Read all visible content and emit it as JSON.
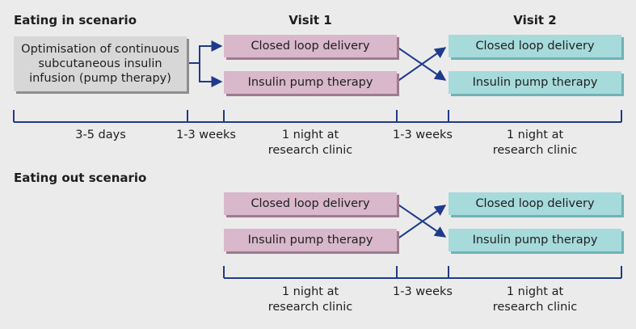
{
  "scenario_in": {
    "title": "Eating in scenario",
    "visit1_title": "Visit 1",
    "visit2_title": "Visit 2",
    "optimisation_box": "Optimisation of continuous subcutaneous insulin infusion (pump therapy)",
    "v1_top": "Closed loop delivery",
    "v1_bottom": "Insulin pump therapy",
    "v2_top": "Closed loop delivery",
    "v2_bottom": "Insulin pump therapy",
    "timeline": {
      "seg1": "3-5 days",
      "seg2": "1-3 weeks",
      "seg3_line1": "1 night at",
      "seg3_line2": "research clinic",
      "seg4": "1-3 weeks",
      "seg5_line1": "1 night at",
      "seg5_line2": "research clinic"
    }
  },
  "scenario_out": {
    "title": "Eating out scenario",
    "v1_top": "Closed loop delivery",
    "v1_bottom": "Insulin pump therapy",
    "v2_top": "Closed loop delivery",
    "v2_bottom": "Insulin pump therapy",
    "timeline": {
      "seg3_line1": "1 night at",
      "seg3_line2": "research clinic",
      "seg4": "1-3 weeks",
      "seg5_line1": "1 night at",
      "seg5_line2": "research clinic"
    }
  },
  "colors": {
    "line": "#1f3a8a",
    "visit1_box": "#d8b8ca",
    "visit2_box": "#a6dadb",
    "optimisation_box": "#d7d7d7"
  }
}
